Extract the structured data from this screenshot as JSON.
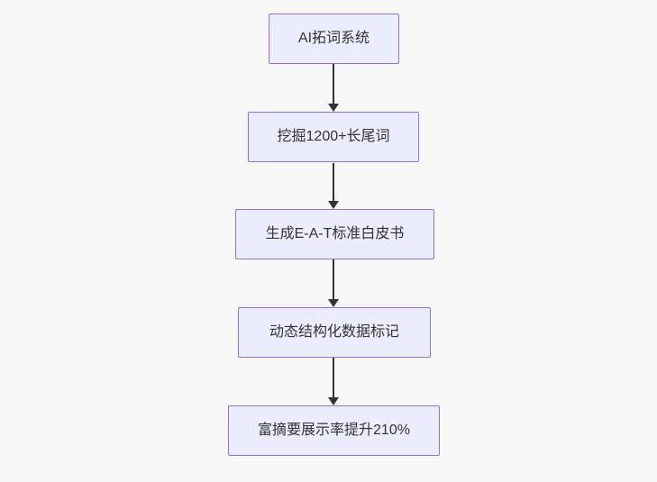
{
  "diagram": {
    "type": "flowchart",
    "direction": "top-to-bottom",
    "nodes": [
      {
        "label": "AI拓词系统"
      },
      {
        "label": "挖掘1200+长尾词"
      },
      {
        "label": "生成E-A-T标准白皮书"
      },
      {
        "label": "动态结构化数据标记"
      },
      {
        "label": "富摘要展示率提升210%"
      }
    ],
    "edges": [
      {
        "from": 0,
        "to": 1,
        "style": "arrow-down"
      },
      {
        "from": 1,
        "to": 2,
        "style": "arrow-down"
      },
      {
        "from": 2,
        "to": 3,
        "style": "arrow-down"
      },
      {
        "from": 3,
        "to": 4,
        "style": "arrow-down"
      }
    ]
  },
  "theme": {
    "background": "#f7f7f7",
    "node_fill": "#ececff",
    "node_border": "#9370db",
    "node_text": "#333333",
    "arrow_color": "#333333"
  }
}
